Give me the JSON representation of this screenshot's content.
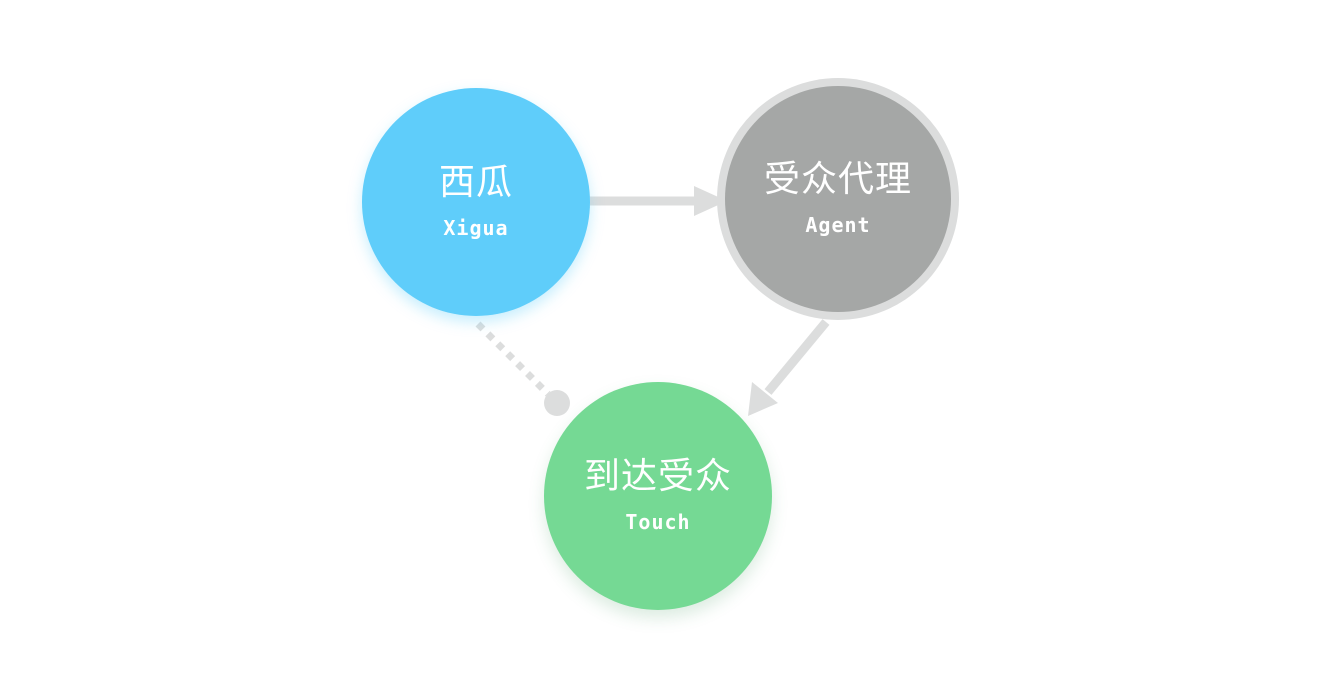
{
  "nodes": {
    "xigua": {
      "label_cn": "西瓜",
      "label_en": "Xigua",
      "color": "#5fcdfa"
    },
    "agent": {
      "label_cn": "受众代理",
      "label_en": "Agent",
      "color": "#a5a7a6",
      "ring_color": "#dcdddd"
    },
    "touch": {
      "label_cn": "到达受众",
      "label_en": "Touch",
      "color": "#75d994"
    }
  },
  "edges": [
    {
      "from": "xigua",
      "to": "agent",
      "style": "solid-arrow"
    },
    {
      "from": "agent",
      "to": "touch",
      "style": "solid-arrow"
    },
    {
      "from": "xigua",
      "to": "touch",
      "style": "dotted-dot"
    }
  ],
  "connector_color": "#dcdddd"
}
